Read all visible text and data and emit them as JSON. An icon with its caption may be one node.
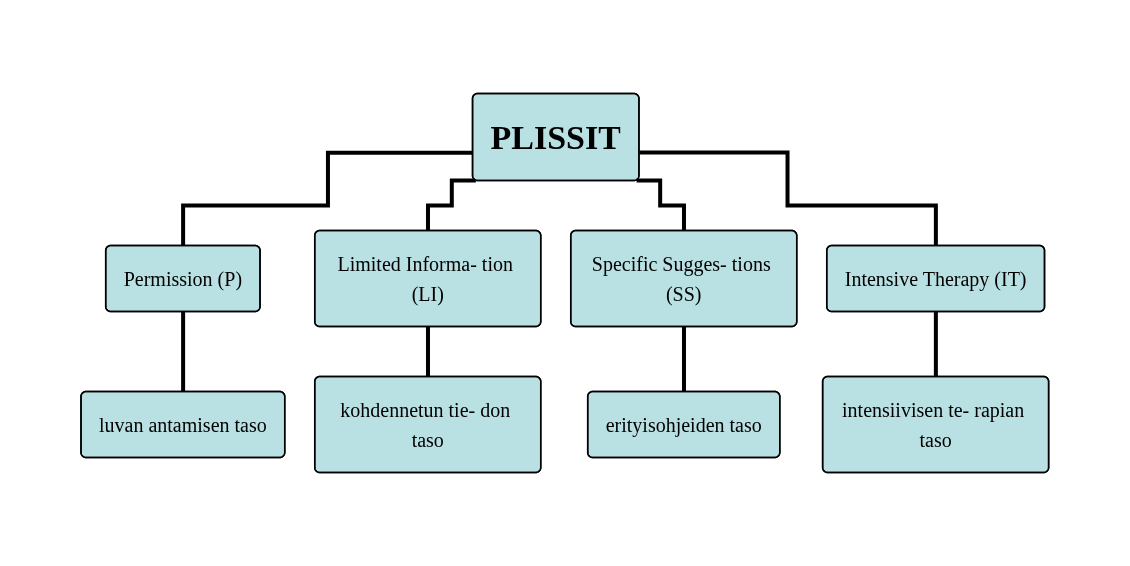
{
  "diagram": {
    "nodes": [
      {
        "text": [
          "PLISSIT"
        ]
      },
      {
        "text": [
          "Permission (P)"
        ]
      },
      {
        "text": [
          "Limited Informa- tion (LI)"
        ]
      },
      {
        "text": [
          "Specific Sugges- tions (SS)"
        ]
      },
      {
        "text": [
          "Intensive Therapy (IT)"
        ]
      },
      {
        "text": [
          "luvan antamisen taso"
        ]
      },
      {
        "text": [
          "kohdennetun tie- don taso"
        ]
      },
      {
        "text": [
          "erityisohjeiden taso"
        ]
      },
      {
        "text": [
          "intensiivisen te- rapian taso"
        ]
      }
    ],
    "edges": [
      {
        "from": 0,
        "to": 1,
        "arrow": "none"
      },
      {
        "from": 0,
        "to": 2,
        "arrow": "none"
      },
      {
        "from": 0,
        "to": 3,
        "arrow": "none"
      },
      {
        "from": 0,
        "to": 4,
        "arrow": "none"
      },
      {
        "from": 1,
        "to": 5,
        "arrow": "none"
      },
      {
        "from": 2,
        "to": 6,
        "arrow": "none"
      },
      {
        "from": 3,
        "to": 7,
        "arrow": "none"
      },
      {
        "from": 4,
        "to": 8,
        "arrow": "none"
      }
    ]
  }
}
